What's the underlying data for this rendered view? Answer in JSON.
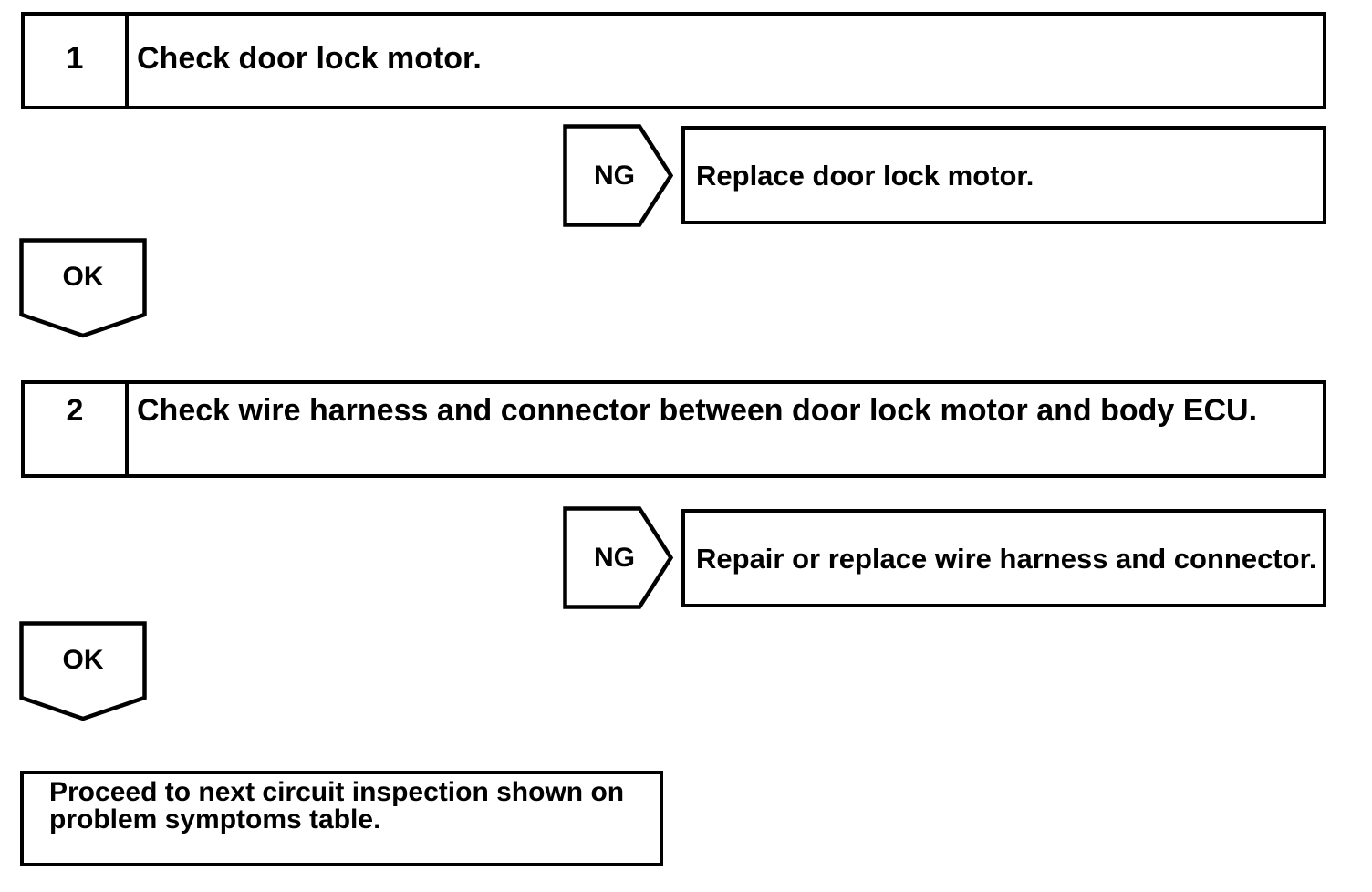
{
  "diagram": {
    "type": "troubleshooting-flowchart",
    "steps": [
      {
        "number": "1",
        "instruction": "Check door lock motor.",
        "ng": {
          "label": "NG",
          "action": "Replace door lock motor."
        },
        "ok": {
          "label": "OK"
        }
      },
      {
        "number": "2",
        "instruction": "Check wire harness and connector between door lock motor and body ECU.",
        "ng": {
          "label": "NG",
          "action": "Repair or replace wire harness and connector."
        },
        "ok": {
          "label": "OK"
        }
      }
    ],
    "final_action": "Proceed to next circuit inspection shown on problem symptoms table.",
    "colors": {
      "line": "#000000",
      "background": "#ffffff",
      "text": "#000000"
    }
  }
}
